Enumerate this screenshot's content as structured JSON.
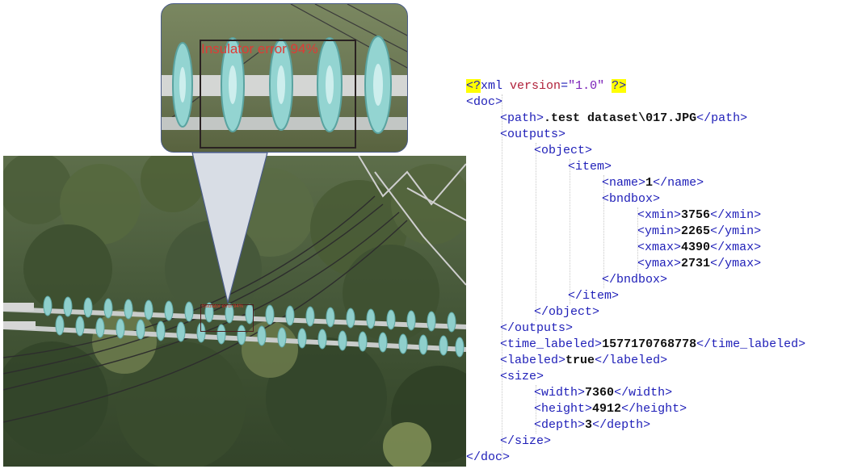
{
  "detection": {
    "label": "Insulator error 94%"
  },
  "xml": {
    "declaration": {
      "open": "<?",
      "name": "xml",
      "attr_name": "version",
      "attr_value": "\"1.0\"",
      "close": "?>"
    },
    "doc": "doc",
    "path_tag": "path",
    "path_value": ".test dataset\\017.JPG",
    "outputs_tag": "outputs",
    "object_tag": "object",
    "item_tag": "item",
    "name_tag": "name",
    "name_value": "1",
    "bndbox_tag": "bndbox",
    "xmin_tag": "xmin",
    "xmin_value": "3756",
    "ymin_tag": "ymin",
    "ymin_value": "2265",
    "xmax_tag": "xmax",
    "xmax_value": "4390",
    "ymax_tag": "ymax",
    "ymax_value": "2731",
    "time_labeled_tag": "time_labeled",
    "time_labeled_value": "1577170768778",
    "labeled_tag": "labeled",
    "labeled_value": "true",
    "size_tag": "size",
    "width_tag": "width",
    "width_value": "7360",
    "height_tag": "height",
    "height_value": "4912",
    "depth_tag": "depth",
    "depth_value": "3"
  }
}
